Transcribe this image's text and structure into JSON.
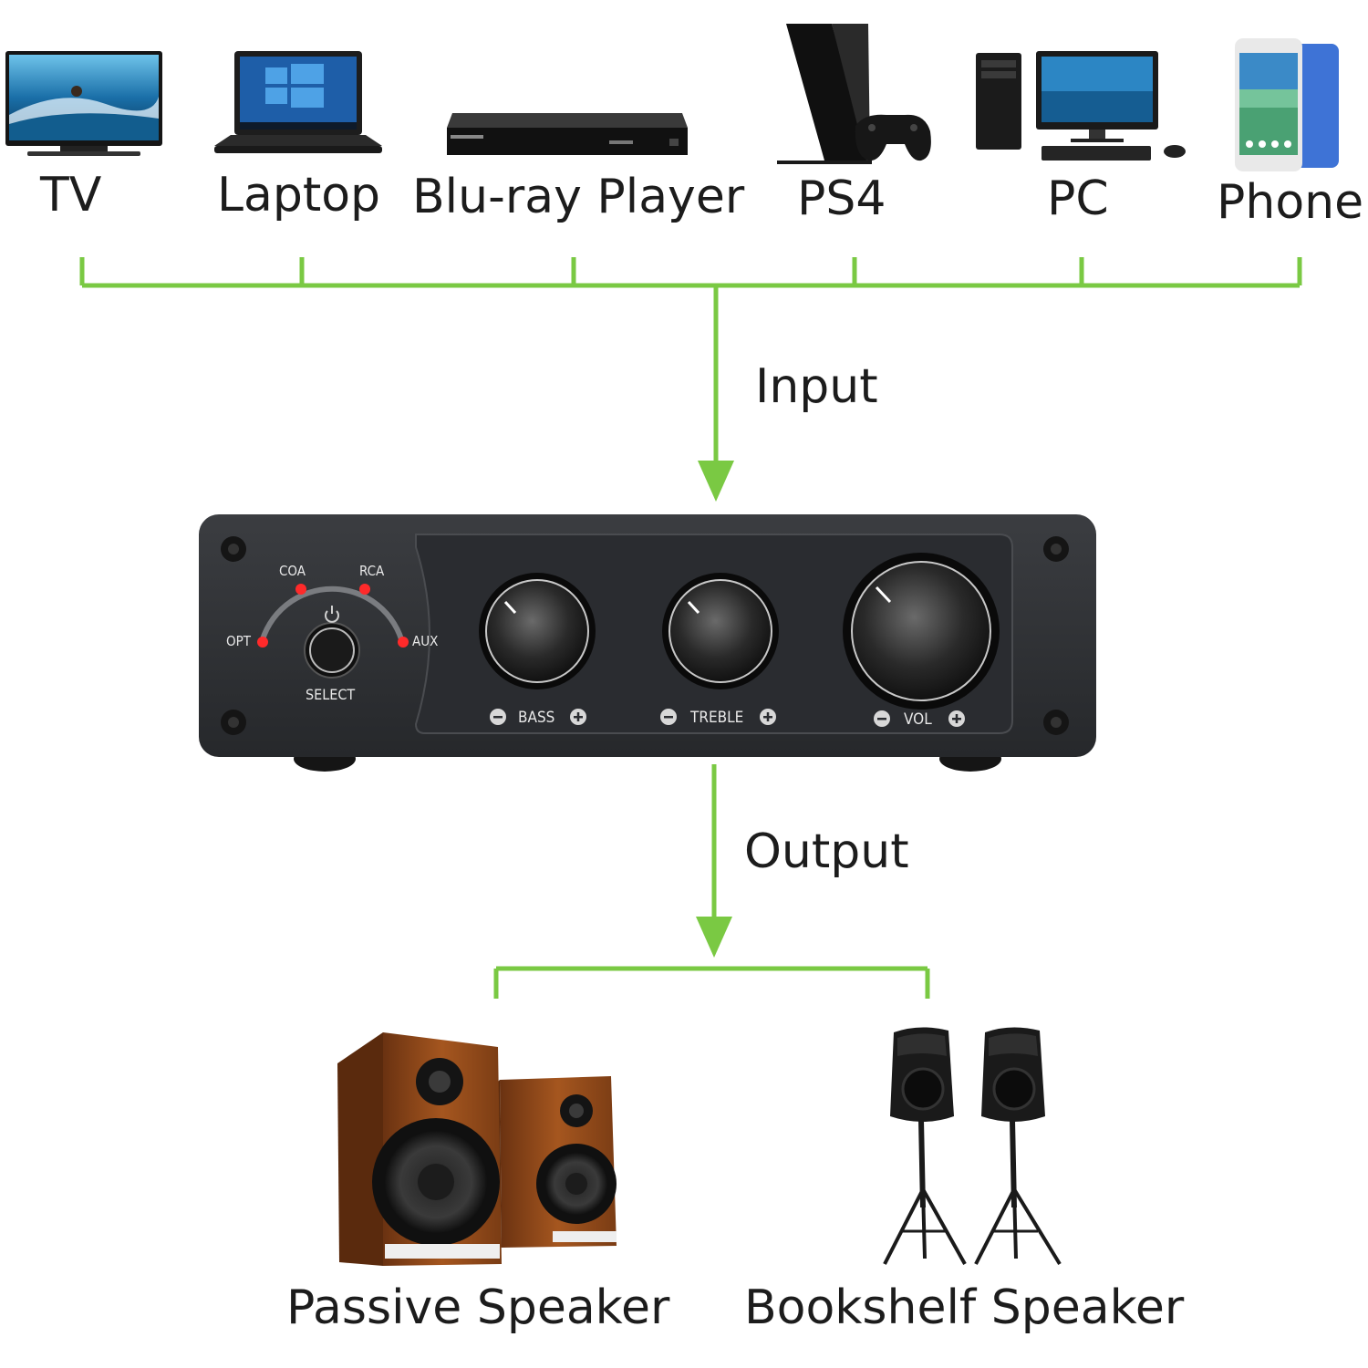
{
  "sources": [
    {
      "label": "TV",
      "icon": "tv-icon"
    },
    {
      "label": "Laptop",
      "icon": "laptop-icon"
    },
    {
      "label": "Blu-ray Player",
      "icon": "bluray-player-icon"
    },
    {
      "label": "PS4",
      "icon": "ps4-icon"
    },
    {
      "label": "PC",
      "icon": "pc-icon"
    },
    {
      "label": "Phone",
      "icon": "phone-icon"
    }
  ],
  "flow": {
    "input_label": "Input",
    "output_label": "Output",
    "connector_color": "#7ac943"
  },
  "amplifier": {
    "inputs": {
      "opt": "OPT",
      "coa": "COA",
      "rca": "RCA",
      "aux": "AUX"
    },
    "select_label": "SELECT",
    "bass_label": "BASS",
    "treble_label": "TREBLE",
    "vol_label": "VOL",
    "led_color": "#ff2a2a",
    "body_color": "#2e3033"
  },
  "outputs": [
    {
      "label": "Passive Speaker",
      "icon": "passive-speaker-icon"
    },
    {
      "label": "Bookshelf Speaker",
      "icon": "pa-speaker-on-stand-icon"
    }
  ]
}
